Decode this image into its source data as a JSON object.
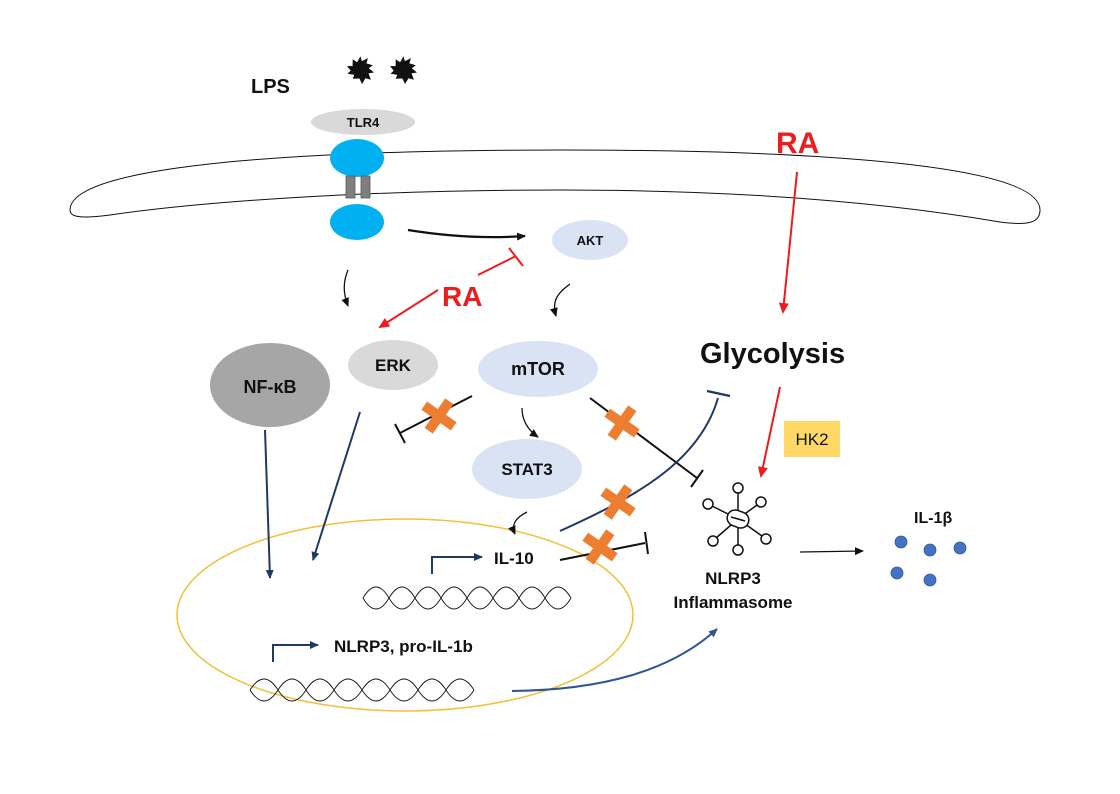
{
  "labels": {
    "lps": "LPS",
    "tlr4": "TLR4",
    "akt": "AKT",
    "ra_top": "RA",
    "ra_middle": "RA",
    "erk": "ERK",
    "nfkb": "NF-κB",
    "mtor": "mTOR",
    "stat3": "STAT3",
    "glycolysis": "Glycolysis",
    "hk2": "HK2",
    "il10": "IL-10",
    "nlrp3_gene": "NLRP3, pro-IL-1b",
    "nlrp3_line1": "NLRP3",
    "nlrp3_line2": "Inflammasome",
    "il1b": "IL-1β"
  },
  "colors": {
    "ra_red": "#ee1c1c",
    "navy": "#1f3864",
    "node_light": "#dae3f3",
    "node_grey": "#d9d9d9",
    "node_dark": "#a6a6a6",
    "cyan": "#00b0f0",
    "hk2_fill": "#ffd966",
    "x_mark": "#ed7d31",
    "nucleus_border": "#f2c037",
    "il1b_dots": "#4472c4"
  }
}
